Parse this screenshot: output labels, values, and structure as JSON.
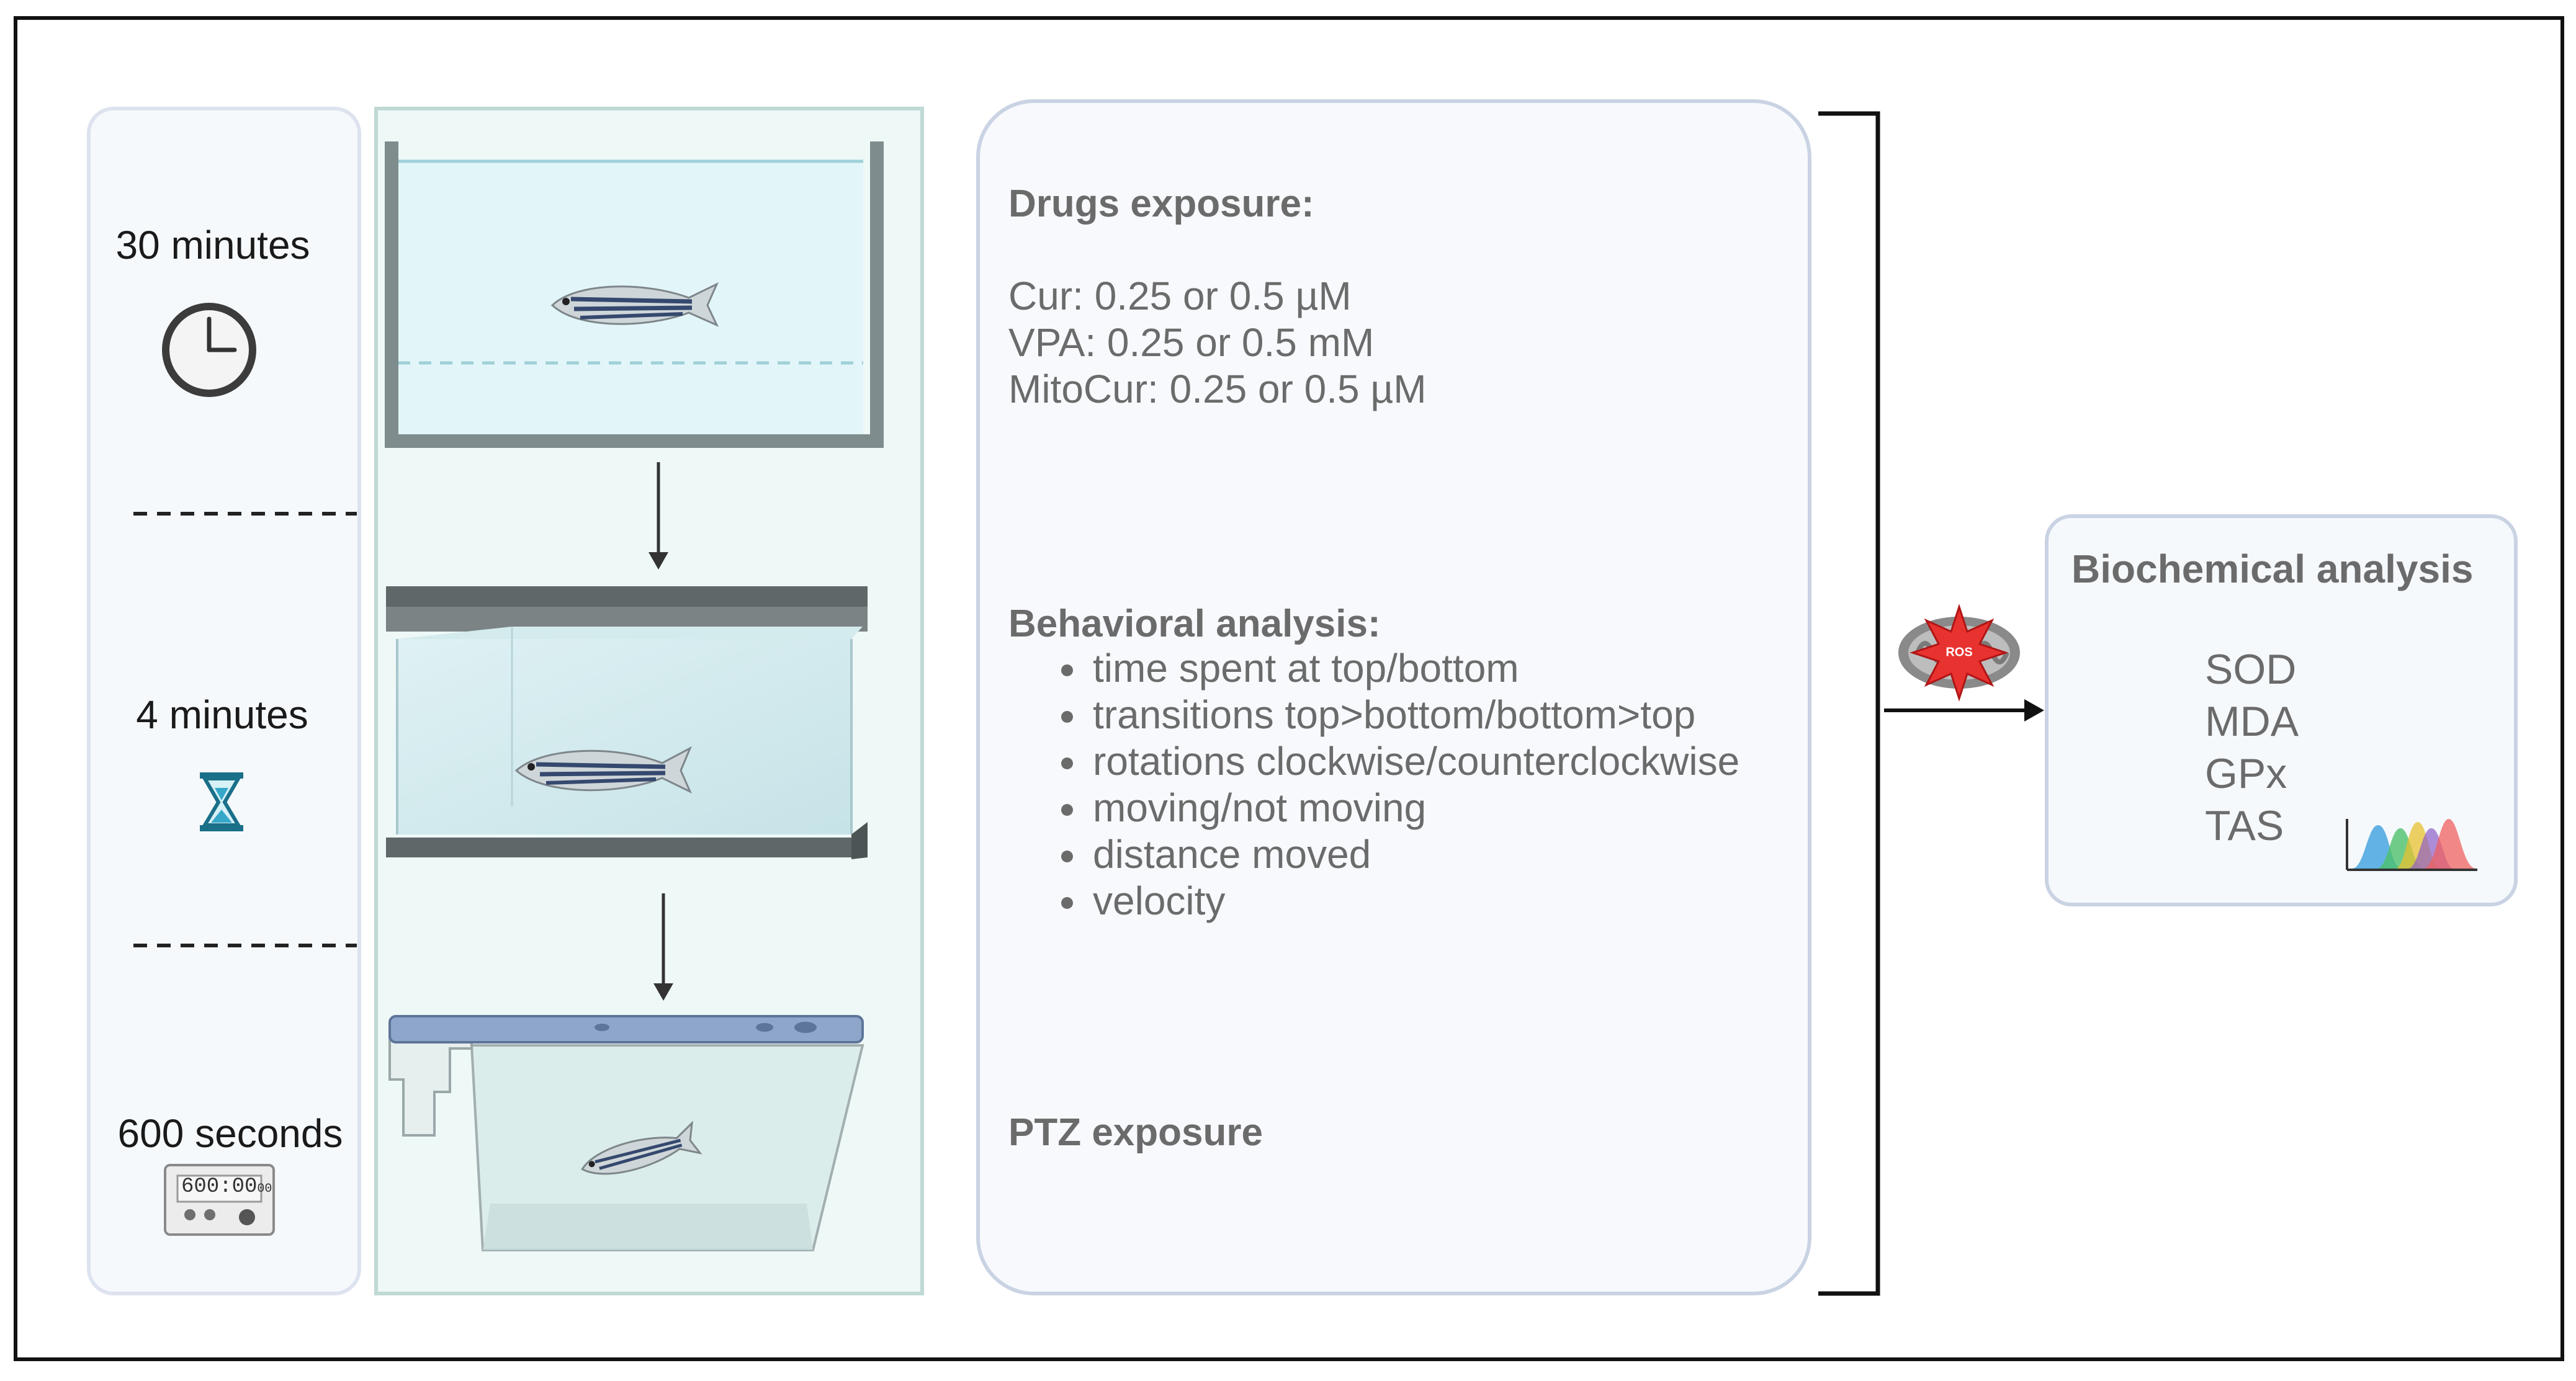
{
  "timeline": {
    "step1": "30 minutes",
    "step2": "4 minutes",
    "step3": "600 seconds",
    "timer_display": "600:00",
    "timer_small": "00"
  },
  "drugs": {
    "heading": "Drugs exposure:",
    "lines": [
      "Cur: 0.25 or 0.5 µM",
      "VPA: 0.25 or 0.5 mM",
      "MitoCur: 0.25 or 0.5 µM"
    ]
  },
  "behavior": {
    "heading": "Behavioral analysis:",
    "items": [
      "time spent at top/bottom",
      "transitions top>bottom/bottom>top",
      "rotations clockwise/counterclockwise",
      "moving/not moving",
      "distance moved",
      "velocity"
    ]
  },
  "ptz": {
    "heading": "PTZ exposure"
  },
  "biochem": {
    "heading": "Biochemical analysis",
    "markers": [
      "SOD",
      "MDA",
      "GPx",
      "TAS"
    ],
    "ros_label": "ROS"
  },
  "colors": {
    "panel_border": "#c9d3e3",
    "panel_fill": "#f6f9fc",
    "tank_water": "#e3f6f9",
    "accent_teal": "#1a7f9c"
  }
}
